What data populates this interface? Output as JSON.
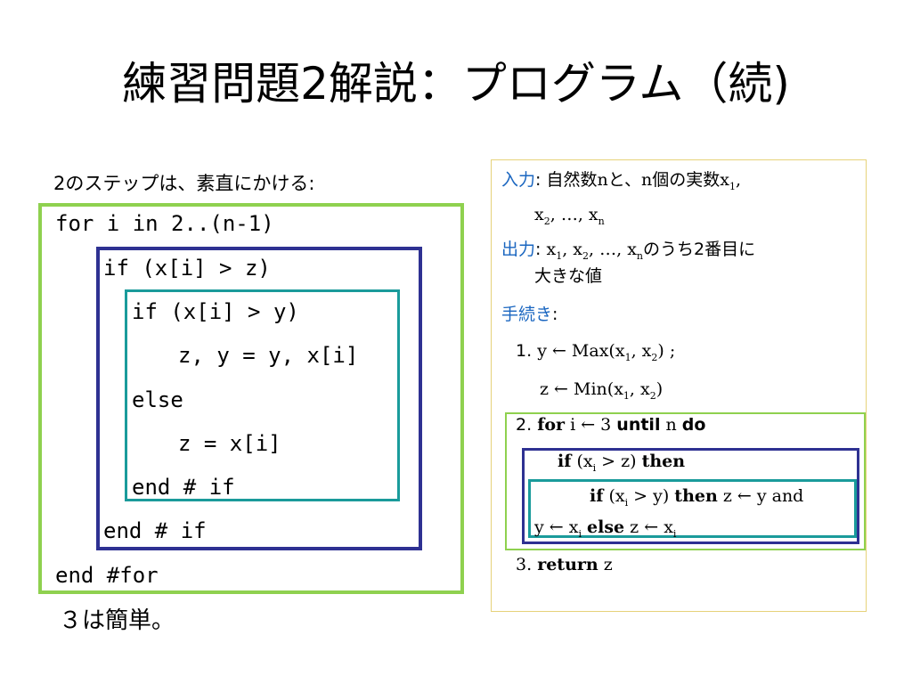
{
  "title": "練習問題2解説：プログラム（続)",
  "subhead": "2のステップは、素直にかける:",
  "code_lines": [
    "for i in 2..(n-1)",
    "if (x[i] > z)",
    "if (x[i] > y)",
    "z, y = y, x[i]",
    "else",
    "z = x[i]",
    "end # if",
    "end # if",
    "end #for"
  ],
  "footer": "３は簡単。",
  "right": {
    "input_label": "入力",
    "input_text_a": ": 自然数",
    "n": "n",
    "input_text_b": "と、",
    "input_text_c": "個の実数",
    "x": "x",
    "sub1": "1",
    "sub2": "2",
    "subn": "n",
    "subi": "i",
    "ellipsis": "…",
    "output_label": "出力",
    "output_text_a": "のうち2番目に",
    "output_text_b": "大きな値",
    "proc_label": "手続き",
    "colon": ":",
    "step1_num": "1.",
    "step1_y": "y ← Max(",
    "step1_z": "z ← Min(",
    "step2_num": "2.",
    "kw_for": "for",
    "step2_mid": " i ← 3 ",
    "kw_until": "until",
    "step2_n": " n ",
    "kw_do": "do",
    "kw_if": "if",
    "kw_then": "then",
    "kw_else": "else",
    "cond_z": " > z) ",
    "cond_y": " > y) ",
    "assign_a": " z ← y and",
    "assign_b": "y ← ",
    "assign_c": " z ← ",
    "step3_num": "3.",
    "kw_return": "return",
    "step3_z": " z"
  },
  "colors": {
    "green_box": "#8fd14f",
    "navy_box": "#2e3192",
    "teal_box": "#1a9b9b",
    "blue_label": "#1a66c0",
    "yellow_border": "#e6d27a"
  }
}
